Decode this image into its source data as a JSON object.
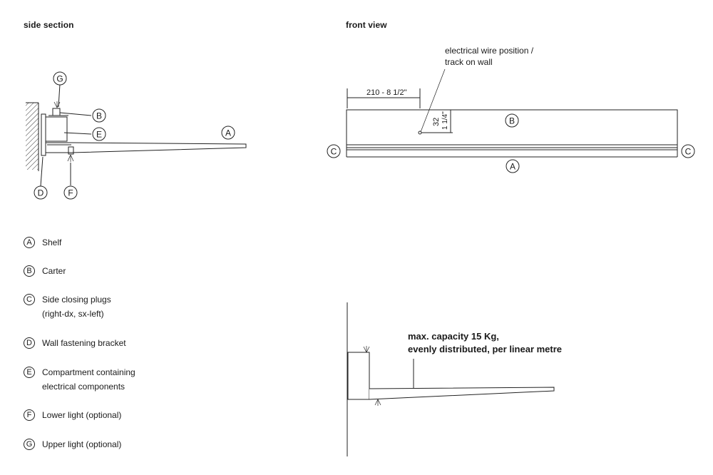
{
  "headings": {
    "side_section": "side section",
    "front_view": "front view"
  },
  "front_view": {
    "wire_note_line1": "electrical wire position /",
    "wire_note_line2": "track on wall",
    "dim_width": "210 - 8 1/2\"",
    "dim_height_mm": "32",
    "dim_height_in": "1 1/4\""
  },
  "labels": {
    "A": "A",
    "B": "B",
    "C": "C",
    "D": "D",
    "E": "E",
    "F": "F",
    "G": "G"
  },
  "legend": [
    {
      "letter": "A",
      "lines": [
        "Shelf"
      ]
    },
    {
      "letter": "B",
      "lines": [
        "Carter"
      ]
    },
    {
      "letter": "C",
      "lines": [
        "Side closing plugs",
        "(right-dx, sx-left)"
      ]
    },
    {
      "letter": "D",
      "lines": [
        "Wall fastening bracket"
      ]
    },
    {
      "letter": "E",
      "lines": [
        "Compartment containing",
        "electrical components"
      ]
    },
    {
      "letter": "F",
      "lines": [
        "Lower light (optional)"
      ]
    },
    {
      "letter": "G",
      "lines": [
        "Upper light (optional)"
      ]
    }
  ],
  "capacity": {
    "line1": "max. capacity 15 Kg,",
    "line2": "evenly distributed, per linear metre"
  }
}
